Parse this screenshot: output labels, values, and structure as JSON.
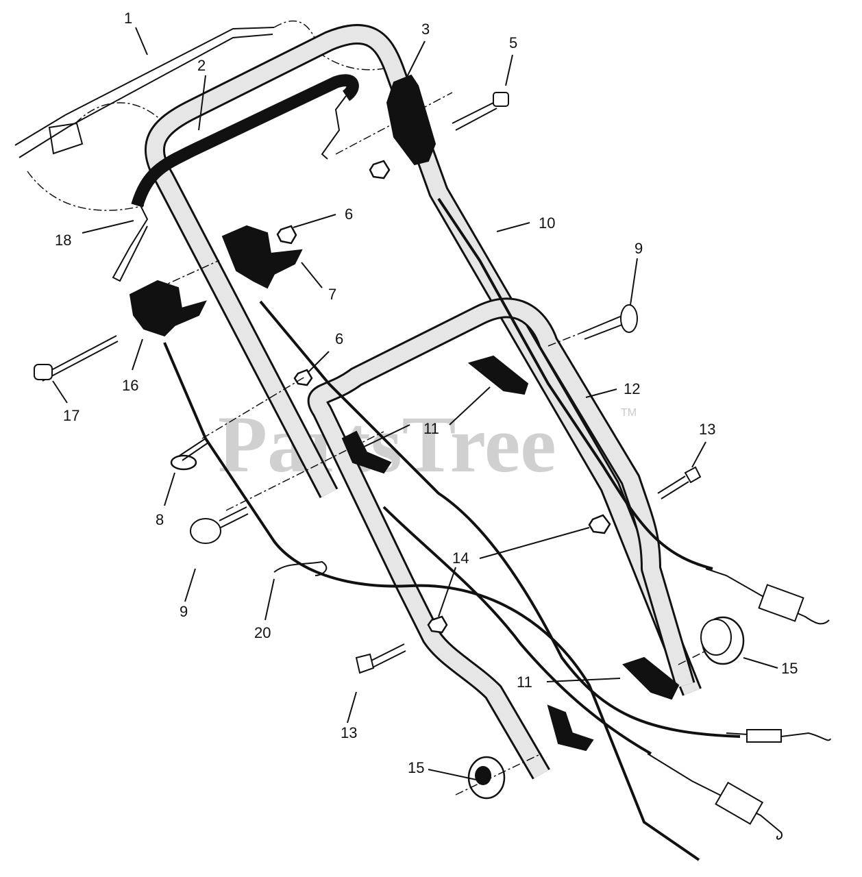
{
  "watermark": {
    "text": "PartsTree",
    "trademark": "TM"
  },
  "callouts": [
    "1",
    "2",
    "3",
    "5",
    "18",
    "6",
    "10",
    "9",
    "7",
    "16",
    "17",
    "12",
    "11",
    "13",
    "8",
    "14",
    "9",
    "20",
    "15",
    "13",
    "15",
    "11",
    "6"
  ]
}
